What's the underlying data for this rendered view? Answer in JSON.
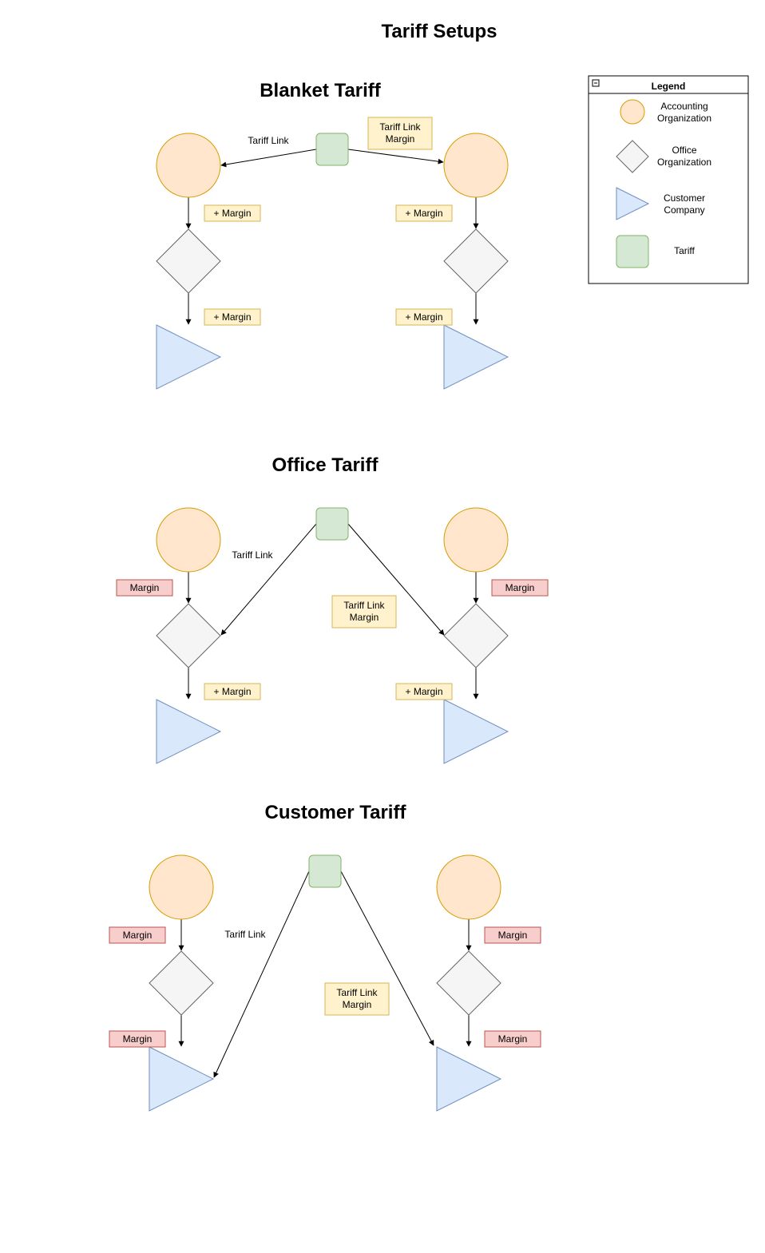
{
  "page": {
    "title": "Tariff Setups"
  },
  "sections": [
    {
      "title": "Blanket Tariff",
      "link_label": "Tariff Link",
      "margin_box_lines": [
        "Tariff Link",
        "Margin"
      ],
      "margin_top": "+ Margin",
      "margin_bottom": "+ Margin"
    },
    {
      "title": "Office Tariff",
      "link_label": "Tariff Link",
      "margin_box_lines": [
        "Tariff Link",
        "Margin"
      ],
      "margin_top": "Margin",
      "margin_bottom": "+ Margin"
    },
    {
      "title": "Customer Tariff",
      "link_label": "Tariff Link",
      "margin_box_lines": [
        "Tariff Link",
        "Margin"
      ],
      "margin_top": "Margin",
      "margin_bottom": "Margin"
    }
  ],
  "legend": {
    "title": "Legend",
    "collapse_glyph": "−",
    "items": [
      {
        "shape": "circle",
        "lines": [
          "Accounting",
          "Organization"
        ]
      },
      {
        "shape": "diamond",
        "lines": [
          "Office",
          "Organization"
        ]
      },
      {
        "shape": "triangle",
        "lines": [
          "Customer",
          "Company"
        ]
      },
      {
        "shape": "rounded-square",
        "lines": [
          "Tariff"
        ]
      }
    ]
  },
  "colors": {
    "circle_fill": "#ffe6cc",
    "circle_stroke": "#d79b00",
    "diamond_fill": "#f5f5f5",
    "diamond_stroke": "#666666",
    "triangle_fill": "#dae8fc",
    "triangle_stroke": "#6c8ebf",
    "tariff_fill": "#d5e8d4",
    "tariff_stroke": "#82b366",
    "yellow_fill": "#fff2cc",
    "yellow_stroke": "#d6b656",
    "red_fill": "#f8cecc",
    "red_stroke": "#b85450"
  }
}
